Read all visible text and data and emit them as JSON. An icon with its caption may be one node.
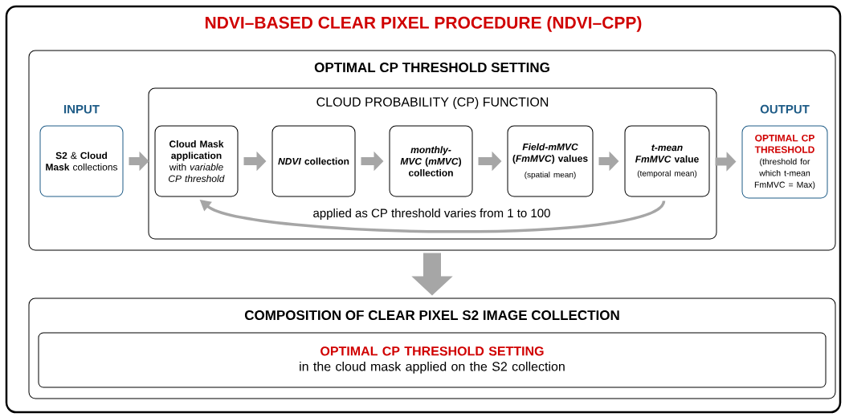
{
  "diagram": {
    "nodes": [
      {
        "text": [
          "NDVI–BASED CLEAR PIXEL PROCEDURE (NDVI–CPP)"
        ]
      },
      {
        "text": [
          "OPTIMAL CP THRESHOLD SETTING"
        ],
        "in": 0
      },
      {
        "text": [
          "CLOUD PROBABILITY (CP) FUNCTION"
        ],
        "in": 1
      },
      {
        "text": [
          "INPUT",
          "**S2** & **Cloud Mask** collections"
        ],
        "in": 1
      },
      {
        "text": [
          "Cloud Mask application",
          "with *variable CP threshold*"
        ],
        "in": 2
      },
      {
        "text": [
          "*NDVI* collection"
        ],
        "in": 2
      },
      {
        "text": [
          "*monthly-MVC* (*mMVC*) collection"
        ],
        "in": 2
      },
      {
        "text": [
          "*Field-mMVC* (*FmMVC*) values",
          "(spatial mean)"
        ],
        "in": 2
      },
      {
        "text": [
          "*t-mean FmMVC* value",
          "(temporal mean)"
        ],
        "in": 2
      },
      {
        "text": [
          "OUTPUT",
          "OPTIMAL CP THRESHOLD",
          "(threshold for which t-mean FmMVC = Max)"
        ],
        "in": 1
      },
      {
        "text": [
          "COMPOSITION OF CLEAR PIXEL S2 IMAGE COLLECTION"
        ],
        "in": 0
      },
      {
        "text": [
          "OPTIMAL CP THRESHOLD SETTING",
          "in the cloud mask applied on the S2 collection"
        ],
        "in": 10
      }
    ],
    "edges": [
      {
        "from": 3,
        "to": 4,
        "arrow": "to"
      },
      {
        "from": 4,
        "to": 5,
        "arrow": "to"
      },
      {
        "from": 5,
        "to": 6,
        "arrow": "to"
      },
      {
        "from": 6,
        "to": 7,
        "arrow": "to"
      },
      {
        "from": 7,
        "to": 8,
        "arrow": "to"
      },
      {
        "from": 8,
        "to": 9,
        "arrow": "to"
      },
      {
        "from": 8,
        "to": 4,
        "arrow": "to",
        "label": "applied as CP threshold varies from 1 to 100"
      },
      {
        "from": 1,
        "to": 10,
        "arrow": "to",
        "style": "thick"
      }
    ]
  }
}
